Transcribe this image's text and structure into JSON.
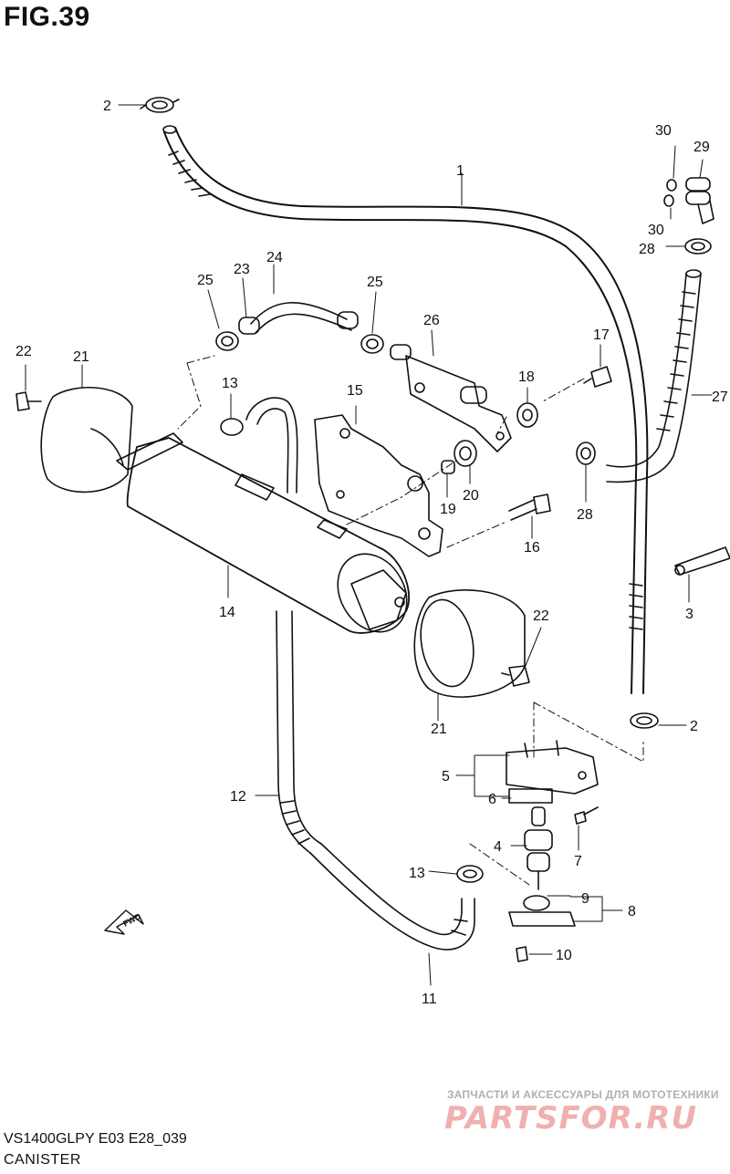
{
  "figure": {
    "title": "FIG.39"
  },
  "footer": {
    "model_code": "VS1400GLPY E03 E28_039",
    "caption": "CANISTER"
  },
  "watermark": {
    "tagline": "ЗАПЧАСТИ И АКСЕССУАРЫ ДЛЯ МОТОТЕХНИКИ",
    "logo_text": "PARTSFOR.RU"
  },
  "fwd_label": "FWD",
  "callouts": {
    "c2a": "2",
    "c1": "1",
    "c30a": "30",
    "c29": "29",
    "c30b": "30",
    "c28a": "28",
    "c25a": "25",
    "c23": "23",
    "c24": "24",
    "c25b": "25",
    "c26": "26",
    "c17": "17",
    "c22a": "22",
    "c21a": "21",
    "c13a": "13",
    "c15": "15",
    "c18": "18",
    "c27": "27",
    "c20": "20",
    "c19": "19",
    "c28b": "28",
    "c16": "16",
    "c3": "3",
    "c14": "14",
    "c22b": "22",
    "c21b": "21",
    "c2b": "2",
    "c5": "5",
    "c6": "6",
    "c7": "7",
    "c12": "12",
    "c4": "4",
    "c13b": "13",
    "c9": "9",
    "c8": "8",
    "c10": "10",
    "c11": "11"
  }
}
